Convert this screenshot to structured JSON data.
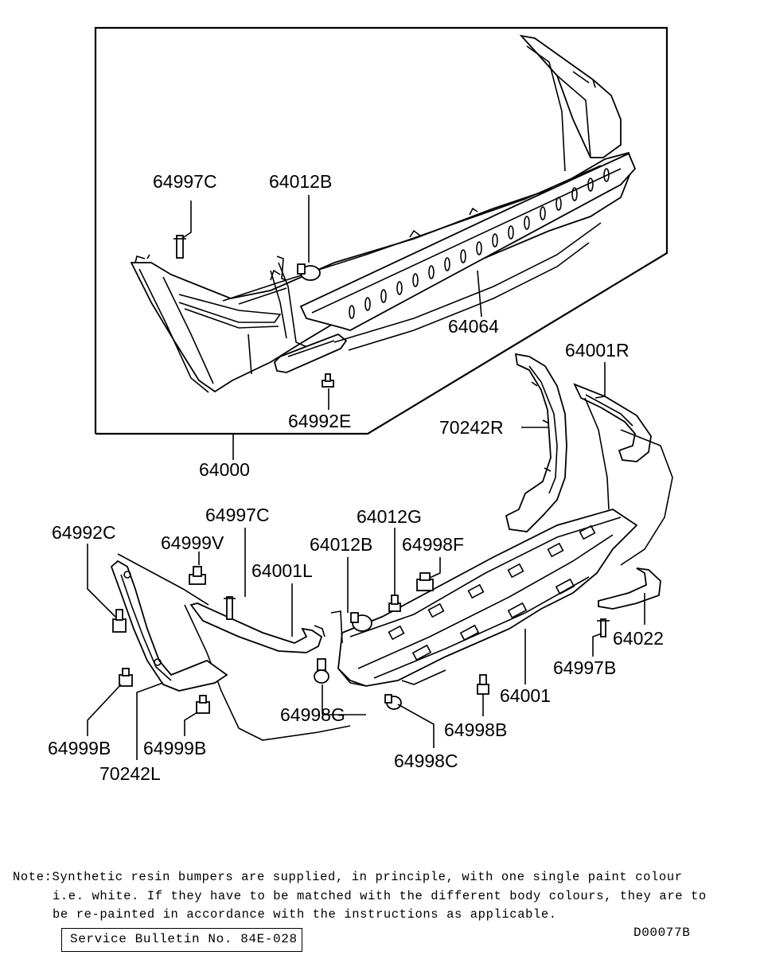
{
  "labels": {
    "p64997C_top": "64997C",
    "p64012B_top": "64012B",
    "p64064": "64064",
    "p64992E": "64992E",
    "p64000": "64000",
    "p64001R": "64001R",
    "p70242R": "70242R",
    "p64992C": "64992C",
    "p64997C_low": "64997C",
    "p64999V": "64999V",
    "p64001L": "64001L",
    "p64012G": "64012G",
    "p64012B_low": "64012B",
    "p64998F": "64998F",
    "p64022": "64022",
    "p64997B": "64997B",
    "p64001": "64001",
    "p64998G": "64998G",
    "p64998B": "64998B",
    "p64998C": "64998C",
    "p64999B_a": "64999B",
    "p64999B_b": "64999B",
    "p70242L": "70242L"
  },
  "note": {
    "line1": "Note:Synthetic resin bumpers are supplied, in principle, with one single paint colour",
    "line2": "i.e. white. If they have to be matched with the different body colours, they are to",
    "line3": "be re-painted in accordance with the instructions as applicable."
  },
  "service_bulletin": "Service Bulletin No. 84E-028",
  "drawing_code": "D00077B"
}
